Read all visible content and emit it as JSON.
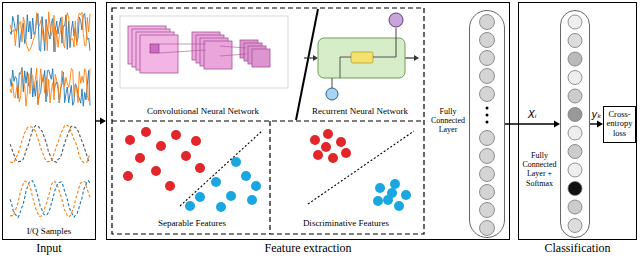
{
  "diagram": {
    "nodes": [
      {
        "text": [
          "Input"
        ]
      },
      {
        "text": [
          "Feature extraction"
        ]
      },
      {
        "text": [
          "Convolutional Neural Network"
        ],
        "in": 1
      },
      {
        "text": [
          "Recurrent Neural Network"
        ],
        "in": 1
      },
      {
        "text": [
          "Separable Features"
        ],
        "in": 1
      },
      {
        "text": [
          "Discriminative Features"
        ],
        "in": 1
      },
      {
        "text": [
          "Fully Connected Layer"
        ],
        "in": 1
      },
      {
        "text": [
          "Classification"
        ]
      },
      {
        "text": [
          "Fully Connected Layer + Softmax"
        ],
        "in": 7
      },
      {
        "text": [
          "Cross-entropy loss"
        ],
        "in": 7
      }
    ],
    "edges": [
      {
        "from": 0,
        "to": 1,
        "arrow": "to"
      },
      {
        "from": 6,
        "to": 8,
        "label": "Xᵢ",
        "arrow": "to"
      },
      {
        "from": 8,
        "to": 9,
        "label": "yₖ",
        "arrow": "to"
      }
    ],
    "labels": [
      "I/Q Samples"
    ]
  }
}
